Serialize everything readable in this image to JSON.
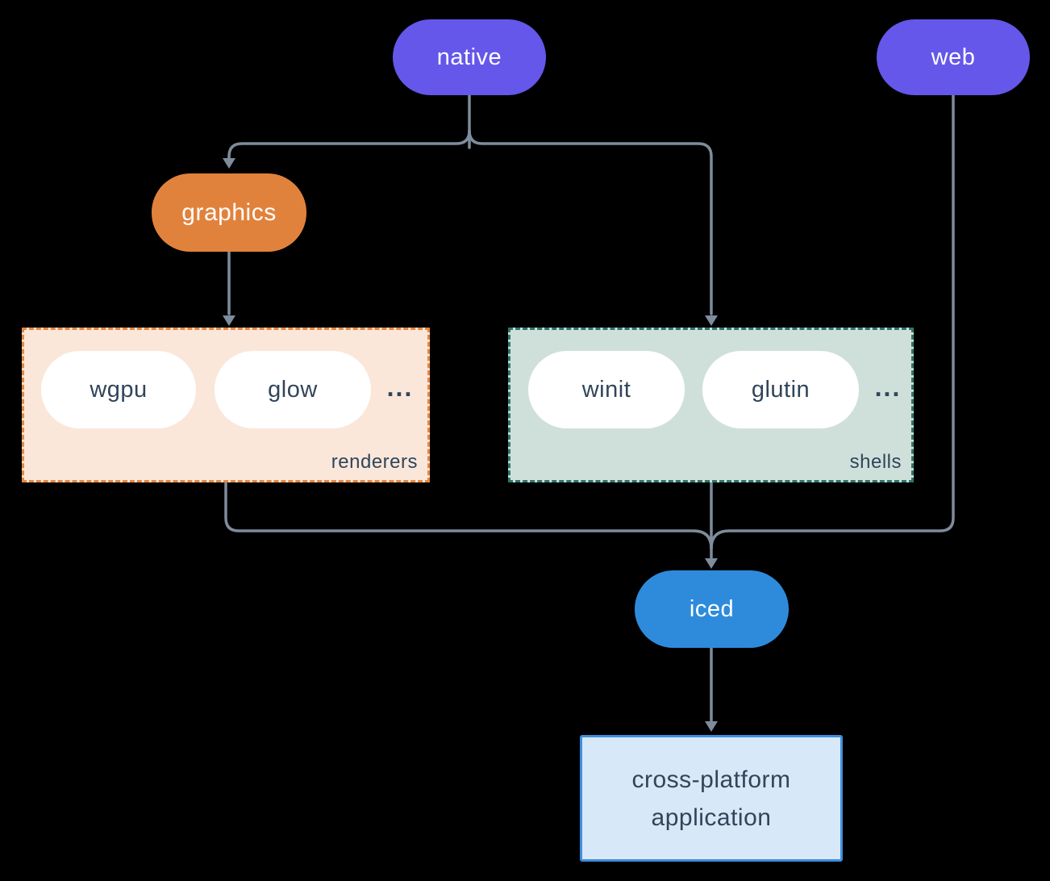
{
  "colors": {
    "bg": "#000000",
    "line": "#7E8C9C",
    "node_purple": "#6457EA",
    "node_orange": "#E1823C",
    "node_blue": "#2E8BDC",
    "pill_white": "#FFFFFF",
    "text_light": "#FFFFFF",
    "text_dark": "#31455A",
    "renderers_fill": "#FAE7DA",
    "renderers_border": "#E8873F",
    "shells_fill": "#CFE0DA",
    "shells_border": "#2F7568",
    "app_fill": "#D7E8F8",
    "app_border": "#3E8EDD"
  },
  "nodes": {
    "native": {
      "label": "native"
    },
    "web": {
      "label": "web"
    },
    "graphics": {
      "label": "graphics"
    },
    "iced": {
      "label": "iced"
    },
    "application": {
      "line1": "cross-platform",
      "line2": "application"
    }
  },
  "groups": {
    "renderers": {
      "label": "renderers",
      "ellipsis": "...",
      "items": [
        {
          "label": "wgpu"
        },
        {
          "label": "glow"
        }
      ]
    },
    "shells": {
      "label": "shells",
      "ellipsis": "...",
      "items": [
        {
          "label": "winit"
        },
        {
          "label": "glutin"
        }
      ]
    }
  }
}
